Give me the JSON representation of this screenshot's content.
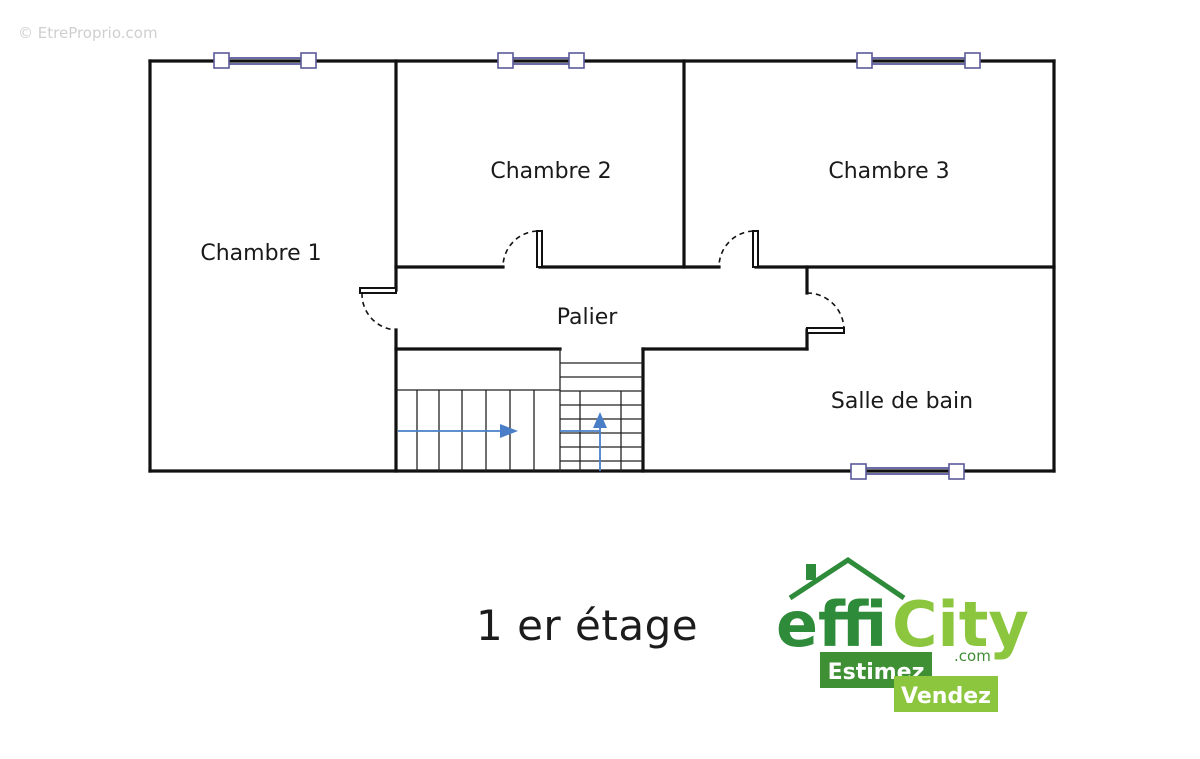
{
  "watermark": "© EtreProprio.com",
  "rooms": {
    "chambre1": "Chambre 1",
    "chambre2": "Chambre 2",
    "chambre3": "Chambre 3",
    "palier": "Palier",
    "salle_de_bain": "Salle de bain"
  },
  "floor_label": "1 er étage",
  "logo": {
    "brand_effi": "effi",
    "brand_city": "City",
    "domain": ".com",
    "tag_estimez": "Estimez",
    "tag_vendez": "Vendez",
    "colors": {
      "dark_green": "#2e8b3a",
      "light_green": "#8cc63f",
      "tag_dark": "#3f8f35",
      "tag_light": "#8cc63f"
    }
  }
}
